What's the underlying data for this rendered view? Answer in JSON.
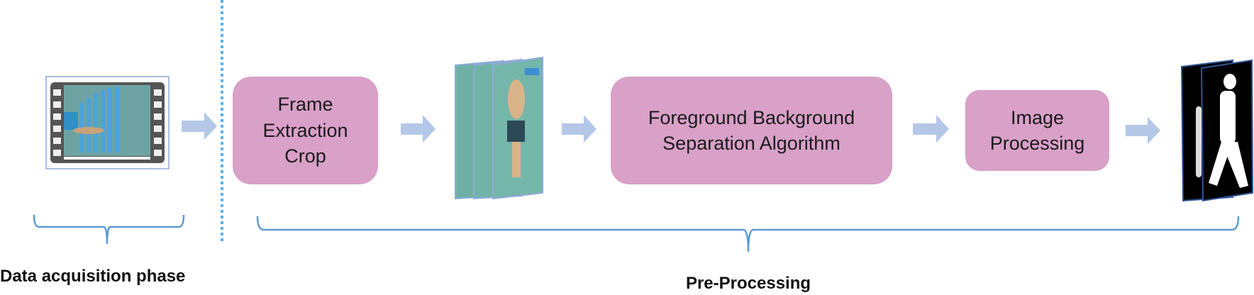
{
  "stages": {
    "frame_extraction": "Frame\nExtraction\nCrop",
    "fg_bg_separation": "Foreground Background\nSeparation Algorithm",
    "image_processing": "Image\nProcessing"
  },
  "phases": {
    "data_acquisition": "Data acquisition phase",
    "pre_processing": "Pre-Processing"
  },
  "icons": [
    "video-film-icon",
    "arrow-right-icon",
    "frame-stack-image",
    "silhouette-stack-image"
  ],
  "colors": {
    "stage_fill": "#d9a0c8",
    "arrow": "#b4c7e7",
    "brace": "#5b9bd5",
    "divider": "#5eb0ec"
  }
}
